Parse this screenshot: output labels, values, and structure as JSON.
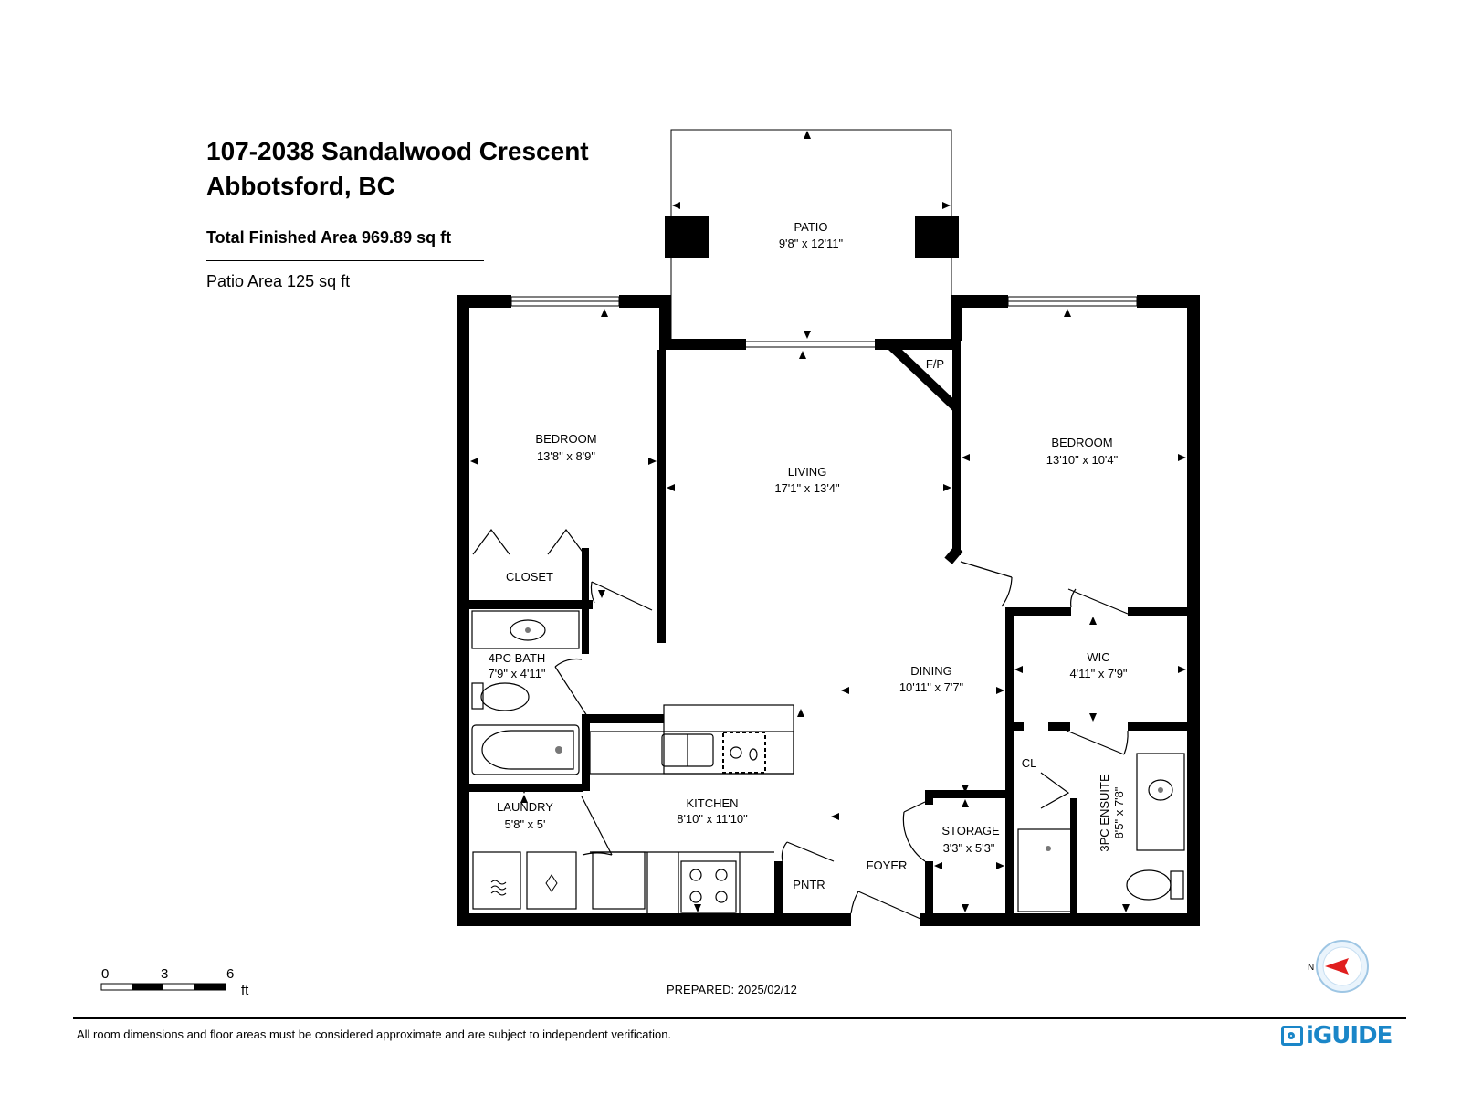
{
  "header": {
    "address_line1": "107-2038 Sandalwood Crescent",
    "address_line2": "Abbotsford, BC",
    "total_area": "Total Finished Area 969.89 sq ft",
    "patio_area": "Patio Area 125 sq ft"
  },
  "rooms": {
    "patio": {
      "name": "PATIO",
      "dims": "9'8\" x 12'11\""
    },
    "bedroom_left": {
      "name": "BEDROOM",
      "dims": "13'8\" x 8'9\""
    },
    "living": {
      "name": "LIVING",
      "dims": "17'1\" x 13'4\""
    },
    "bedroom_right": {
      "name": "BEDROOM",
      "dims": "13'10\" x 10'4\""
    },
    "fireplace": {
      "name": "F/P"
    },
    "closet": {
      "name": "CLOSET"
    },
    "bath": {
      "name": "4PC BATH",
      "dims": "7'9\" x 4'11\""
    },
    "wic": {
      "name": "WIC",
      "dims": "4'11\" x 7'9\""
    },
    "dining": {
      "name": "DINING",
      "dims": "10'11\" x 7'7\""
    },
    "laundry": {
      "name": "LAUNDRY",
      "dims": "5'8\" x 5'"
    },
    "kitchen": {
      "name": "KITCHEN",
      "dims": "8'10\" x 11'10\""
    },
    "storage": {
      "name": "STORAGE",
      "dims": "3'3\" x 5'3\""
    },
    "cl": {
      "name": "CL"
    },
    "ensuite": {
      "name": "3PC ENSUITE",
      "dims": "8'5\" x 7'8\""
    },
    "pantry": {
      "name": "PNTR"
    },
    "foyer": {
      "name": "FOYER"
    }
  },
  "scale": {
    "ticks": [
      "0",
      "3",
      "6"
    ],
    "unit": "ft"
  },
  "compass": {
    "label": "N"
  },
  "footer": {
    "prepared": "PREPARED: 2025/02/12",
    "disclaimer": "All room dimensions and floor areas must be considered approximate and are subject to independent verification.",
    "logo": "iGUIDE"
  },
  "colors": {
    "wall": "#000000",
    "accent": "#1a86c8",
    "compass_arrow": "#e01e1e"
  }
}
